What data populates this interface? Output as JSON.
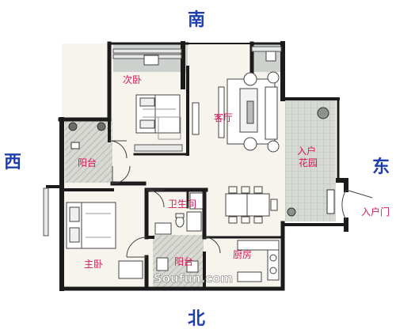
{
  "directions": {
    "south": "南",
    "north": "北",
    "west": "西",
    "east": "东"
  },
  "rooms": {
    "second_bedroom": "次卧",
    "living_room": "客厅",
    "entry_garden": "入户\n花园",
    "balcony_west": "阳台",
    "bathroom": "卫生间",
    "entry_door": "入户门",
    "master_bedroom": "主卧",
    "balcony_north": "阳台",
    "kitchen": "厨房"
  },
  "watermark": "Soufun.com",
  "colors": {
    "direction_text": "#1f3fae",
    "room_text": "#d8185a",
    "wall": "#1b1b1b",
    "floor": "#f7f4ee",
    "balcony": "#cfd3cf"
  }
}
